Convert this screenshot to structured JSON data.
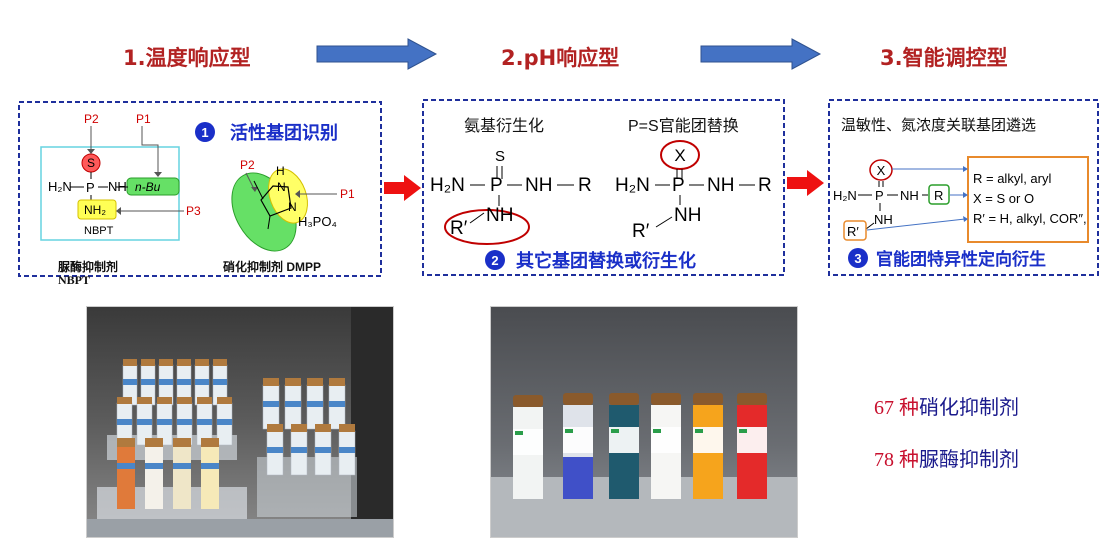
{
  "stages": [
    {
      "title": "1.温度响应型"
    },
    {
      "title": "2.pH响应型"
    },
    {
      "title": "3.智能调控型"
    }
  ],
  "panel1": {
    "badge": "1",
    "heading": "活性基团识别",
    "labels": {
      "p1": "P1",
      "p2": "P2",
      "p3": "P3",
      "s": "S",
      "h2n": "H₂N",
      "p": "P",
      "nh": "NH",
      "nbu": "n-Bu",
      "nh2": "NH₂",
      "nbpt": "NBPT",
      "h": "H",
      "n": "N",
      "h3po4": "H₃PO₄"
    },
    "caption_left_1": "脲酶抑制剂",
    "caption_left_2": "NBPT",
    "caption_right": "硝化抑制剂 DMPP"
  },
  "panel2": {
    "label_left": "氨基衍生化",
    "label_right": "P=S官能团替换",
    "formula_left": {
      "s": "S",
      "h2n": "H₂N",
      "p": "P",
      "nh": "NH",
      "r": "R",
      "rprime": "R′"
    },
    "formula_right": {
      "x": "X",
      "h2n": "H₂N",
      "p": "P",
      "nh": "NH",
      "r": "R",
      "rprime": "R′"
    },
    "badge": "2",
    "heading": "其它基团替换或衍生化"
  },
  "panel3": {
    "label": "温敏性、氮浓度关联基团遴选",
    "formula": {
      "x": "X",
      "h2n": "H₂N",
      "p": "P",
      "nh": "NH",
      "r": "R",
      "rprime": "R′"
    },
    "def_lines": [
      "R =  alkyl, aryl",
      "X = S or O",
      "R′ = H, alkyl, COR″,"
    ],
    "badge": "3",
    "heading": "官能团特异性定向衍生"
  },
  "stats": [
    {
      "number": "67",
      "unit": "种",
      "text": "硝化抑制剂"
    },
    {
      "number": "78",
      "unit": "种",
      "text": "脲酶抑制剂"
    }
  ],
  "colors": {
    "title_red": "#b22222",
    "panel_border": "#1f2f9c",
    "arrow_blue": "#4472c4",
    "arrow_red": "#ee1111",
    "badge_blue": "#1a2fc8"
  }
}
